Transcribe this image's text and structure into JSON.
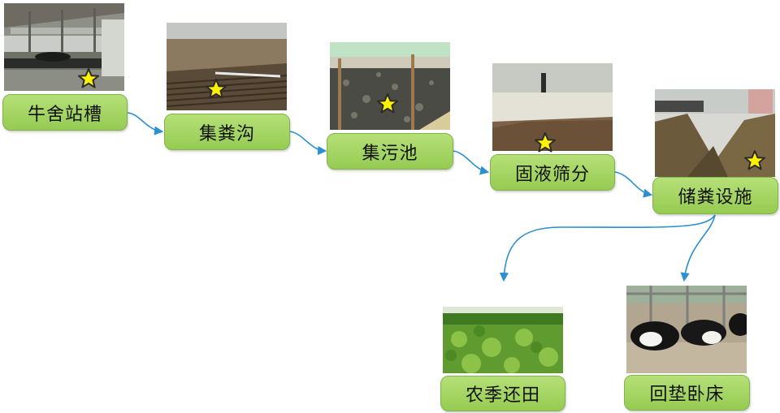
{
  "steps": [
    {
      "label": "牛舍站槽"
    },
    {
      "label": "集粪沟"
    },
    {
      "label": "集污池"
    },
    {
      "label": "固液筛分"
    },
    {
      "label": "储粪设施"
    }
  ],
  "outcomes": [
    {
      "label": "农季还田"
    },
    {
      "label": "回垫卧床"
    }
  ],
  "icons": {
    "marker": "star-icon",
    "connector": "arrow-icon"
  },
  "colors": {
    "node_fill": "#a6d65f",
    "node_border": "#7fb44a",
    "arrow": "#2b8fd0",
    "star_fill": "#fff200",
    "star_stroke": "#2a2a2a"
  }
}
